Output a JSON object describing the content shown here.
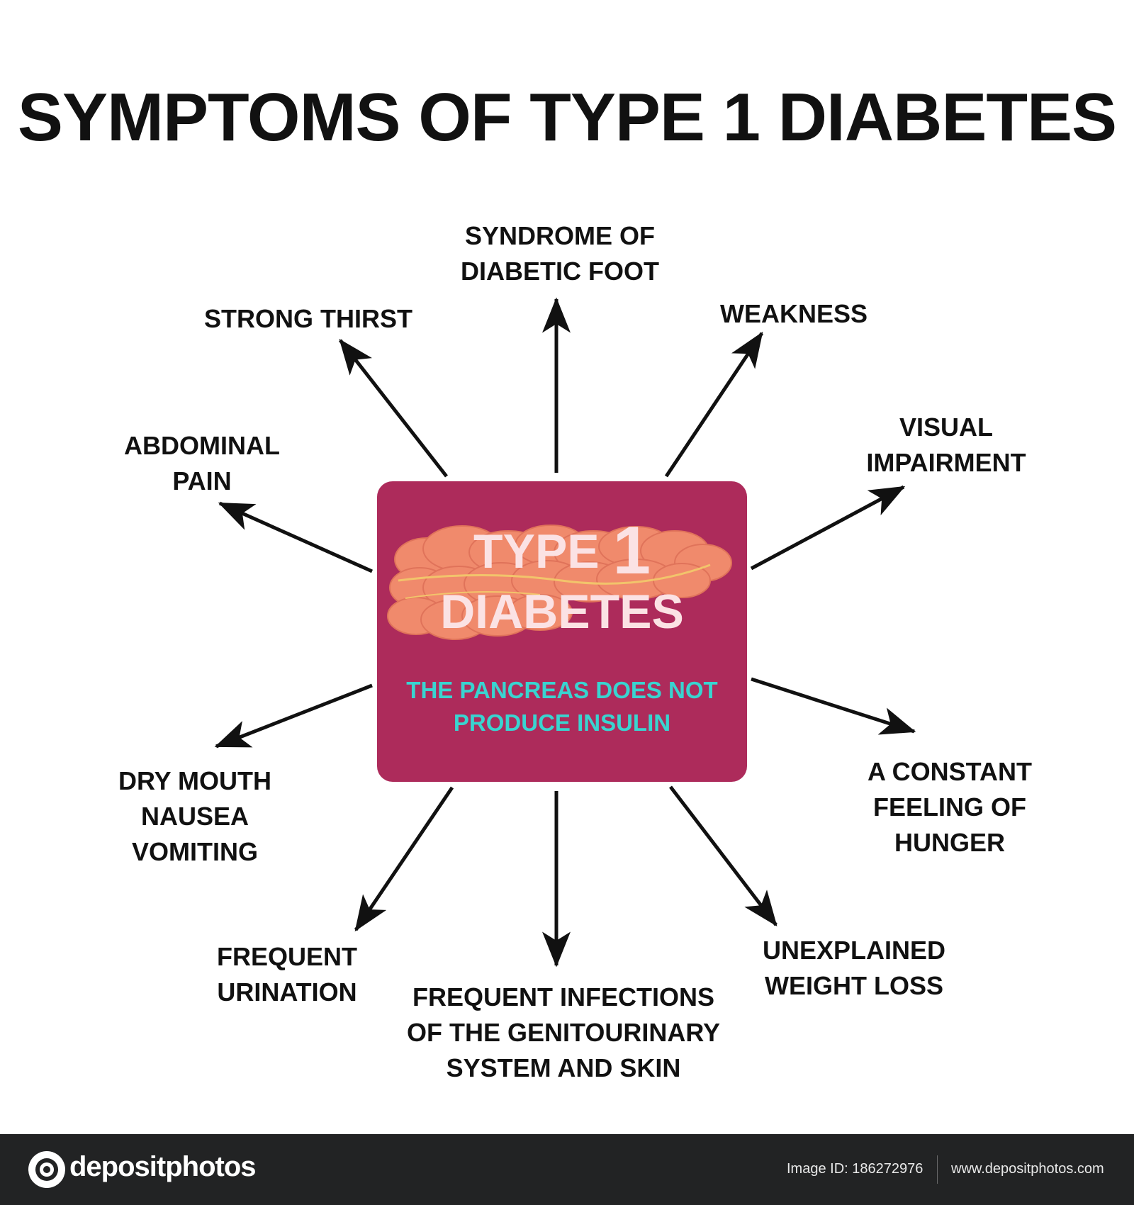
{
  "title": "SYMPTOMS OF TYPE 1 DIABETES",
  "center": {
    "title_prefix": "TYPE",
    "title_number": "1",
    "title_line2": "DIABETES",
    "subtitle_line1": "THE PANCREAS DOES NOT",
    "subtitle_line2": "PRODUCE INSULIN"
  },
  "symptoms": {
    "diabetic_foot": [
      "SYNDROME OF",
      "DIABETIC FOOT"
    ],
    "strong_thirst": [
      "STRONG THIRST"
    ],
    "weakness": [
      "WEAKNESS"
    ],
    "abdominal_pain": [
      "ABDOMINAL",
      "PAIN"
    ],
    "visual_impairment": [
      "VISUAL",
      "IMPAIRMENT"
    ],
    "dry_mouth": [
      "DRY MOUTH",
      "NAUSEA",
      "VOMITING"
    ],
    "hunger": [
      "A CONSTANT",
      "FEELING OF",
      "HUNGER"
    ],
    "frequent_urination": [
      "FREQUENT",
      "URINATION"
    ],
    "infections": [
      "FREQUENT INFECTIONS",
      "OF THE GENITOURINARY",
      "SYSTEM AND SKIN"
    ],
    "weight_loss": [
      "UNEXPLAINED",
      "WEIGHT LOSS"
    ]
  },
  "colors": {
    "box": "#ad2b5b",
    "box_text": "#fbe2e4",
    "subtitle_text": "#39d4d0",
    "pancreas": "#f08a6c",
    "arrow": "#111111"
  },
  "footer": {
    "brand": "depositphotos",
    "image_id": "Image ID: 186272976",
    "url": "www.depositphotos.com"
  }
}
